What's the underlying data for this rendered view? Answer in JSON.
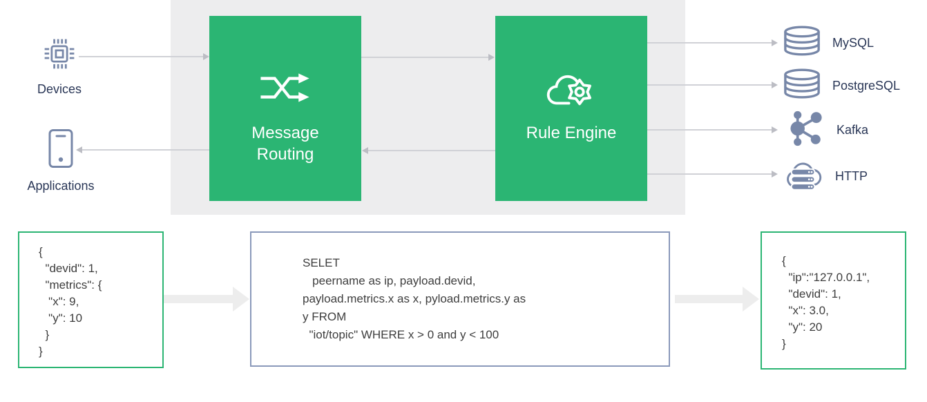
{
  "pipeline": {
    "sources": [
      {
        "label": "Devices",
        "icon": "chip-icon"
      },
      {
        "label": "Applications",
        "icon": "phone-icon"
      }
    ],
    "stages": [
      {
        "label": "Message\nRouting",
        "icon": "shuffle-icon"
      },
      {
        "label": "Rule Engine",
        "icon": "cloud-gear-icon"
      }
    ],
    "sinks": [
      {
        "label": "MySQL",
        "icon": "database-icon"
      },
      {
        "label": "PostgreSQL",
        "icon": "database-icon"
      },
      {
        "label": "Kafka",
        "icon": "kafka-icon"
      },
      {
        "label": "HTTP",
        "icon": "cloud-server-icon"
      }
    ]
  },
  "code_panels": {
    "input_json": "{\n  \"devid\": 1,\n  \"metrics\": {\n   \"x\": 9,\n   \"y\": 10\n  }\n}",
    "sql": "SELET\n   peername as ip, payload.devid,\npayload.metrics.x as x, pyload.metrics.y as\ny FROM\n  \"iot/topic\" WHERE x > 0 and y < 100",
    "output_json": "{\n  \"ip\":\"127.0.0.1\",\n  \"devid\": 1,\n  \"x\": 3.0,\n  \"y\": 20\n}"
  },
  "colors": {
    "green": "#2bb573",
    "band_gray": "#ededee",
    "slate_icon": "#7787a8",
    "navy_text": "#293656",
    "line_gray": "#d0d1d6",
    "fat_arrow_gray": "#ededed",
    "sql_border_blue": "#8a99ba",
    "code_text": "#3d3d3d"
  }
}
